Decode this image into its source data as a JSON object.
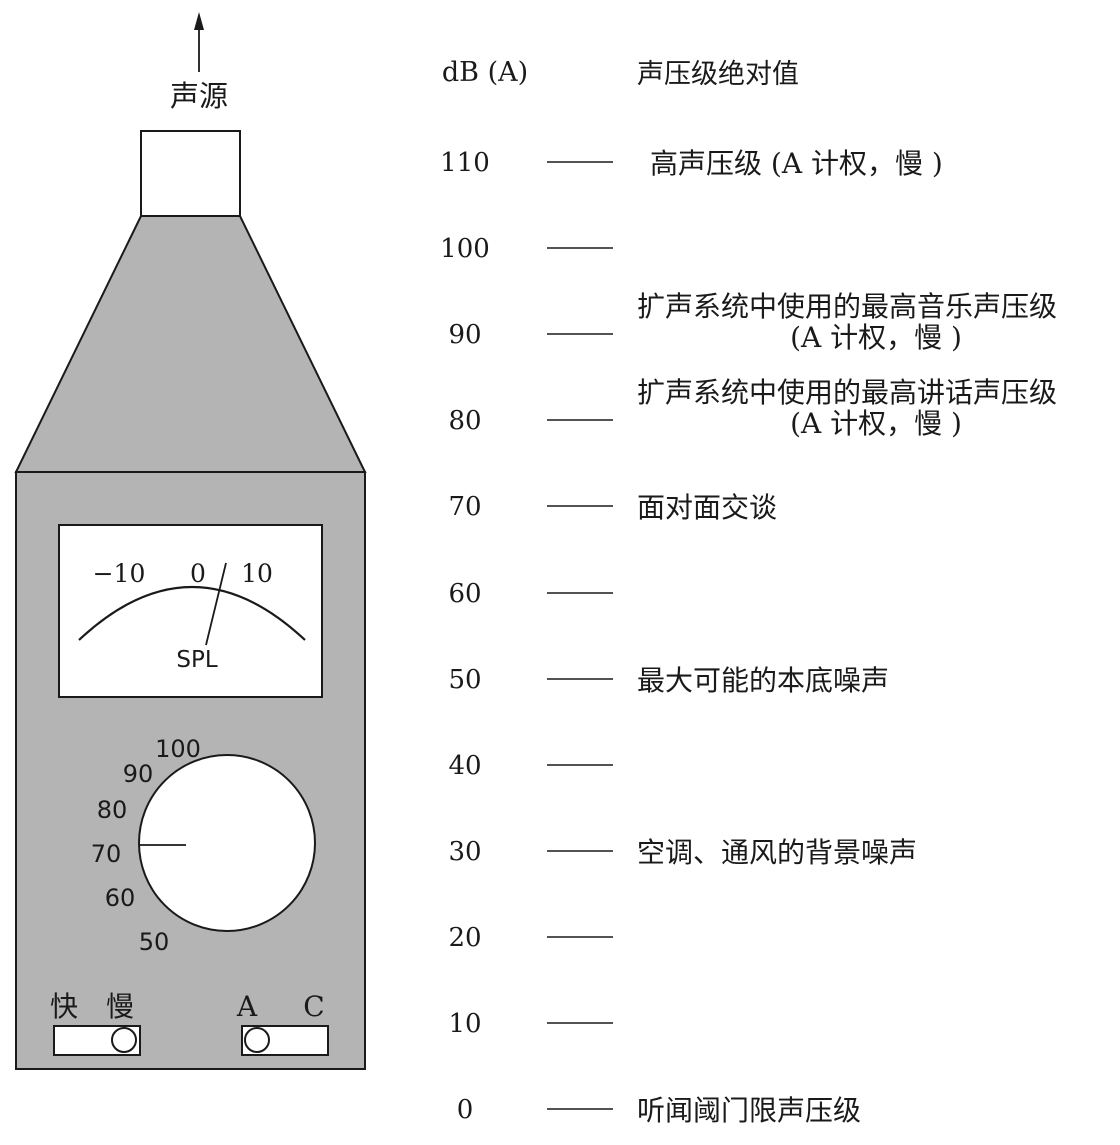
{
  "source_label": "声源",
  "scale_header": "dB (A)",
  "description_header": "声压级绝对值",
  "meter": {
    "scale_labels": [
      "−10",
      "0",
      "10"
    ],
    "needle_label": "SPL"
  },
  "range_dial": {
    "values": [
      "100",
      "90",
      "80",
      "70",
      "60",
      "50"
    ],
    "selected": "70"
  },
  "switches": {
    "speed": {
      "labels": [
        "快",
        "慢"
      ],
      "selected": "慢"
    },
    "weighting": {
      "labels": [
        "A",
        "C"
      ],
      "selected": "A"
    }
  },
  "scale": [
    {
      "value": "110",
      "lines": [
        "高声压级 (A 计权，慢 )"
      ]
    },
    {
      "value": "100",
      "lines": []
    },
    {
      "value": "90",
      "lines": [
        "扩声系统中使用的最高音乐声压级",
        "(A 计权，慢 )"
      ]
    },
    {
      "value": "80",
      "lines": [
        "扩声系统中使用的最高讲话声压级",
        "(A 计权，慢 )"
      ]
    },
    {
      "value": "70",
      "lines": [
        "面对面交谈"
      ]
    },
    {
      "value": "60",
      "lines": []
    },
    {
      "value": "50",
      "lines": [
        "最大可能的本底噪声"
      ]
    },
    {
      "value": "40",
      "lines": []
    },
    {
      "value": "30",
      "lines": [
        "空调、通风的背景噪声"
      ]
    },
    {
      "value": "20",
      "lines": []
    },
    {
      "value": "10",
      "lines": []
    },
    {
      "value": "0",
      "lines": [
        "听闻阈门限声压级"
      ]
    }
  ]
}
